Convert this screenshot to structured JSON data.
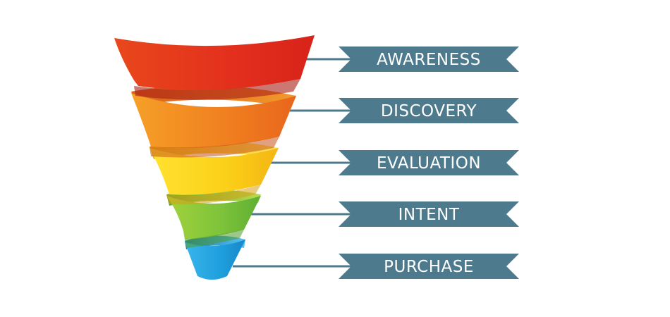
{
  "funnel": {
    "stages": [
      {
        "label": "AWARENESS",
        "color": "#e8321e"
      },
      {
        "label": "DISCOVERY",
        "color": "#f07a1c"
      },
      {
        "label": "EVALUATION",
        "color": "#fbd315"
      },
      {
        "label": "INTENT",
        "color": "#7cc437"
      },
      {
        "label": "PURCHASE",
        "color": "#1e9fdc"
      }
    ],
    "banner_color": "#4d7a8d",
    "connector_color": "#4d7a8d"
  }
}
